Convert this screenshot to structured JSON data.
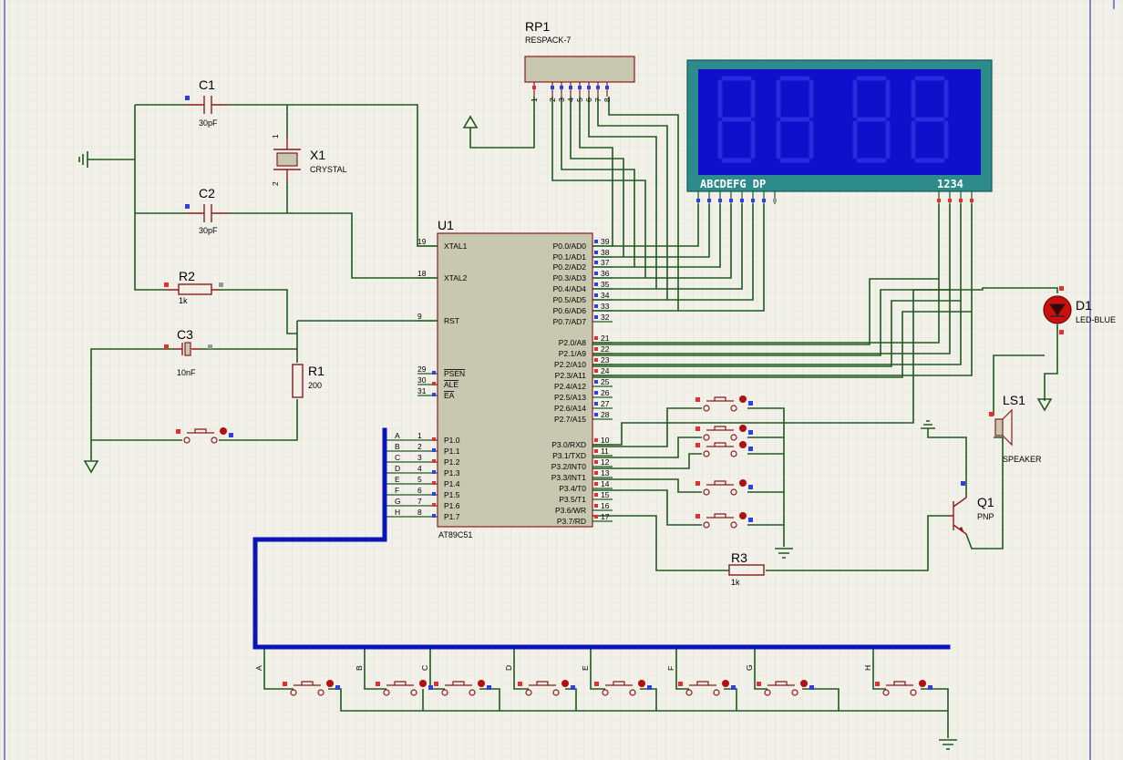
{
  "components": {
    "rp1": {
      "ref": "RP1",
      "value": "RESPACK-7",
      "pins": [
        "1",
        "2",
        "3",
        "4",
        "5",
        "6",
        "7",
        "8"
      ]
    },
    "c1": {
      "ref": "C1",
      "value": "30pF"
    },
    "c2": {
      "ref": "C2",
      "value": "30pF"
    },
    "x1": {
      "ref": "X1",
      "value": "CRYSTAL",
      "pin1": "1",
      "pin2": "2"
    },
    "r2": {
      "ref": "R2",
      "value": "1k"
    },
    "c3": {
      "ref": "C3",
      "value": "10nF"
    },
    "r1": {
      "ref": "R1",
      "value": "200"
    },
    "r3": {
      "ref": "R3",
      "value": "1k"
    },
    "u1": {
      "ref": "U1",
      "value": "AT89C51",
      "left_pins": [
        {
          "num": "19",
          "name": "XTAL1"
        },
        {
          "num": "18",
          "name": "XTAL2"
        },
        {
          "num": "9",
          "name": "RST"
        },
        {
          "num": "29",
          "name": "PSEN"
        },
        {
          "num": "30",
          "name": "ALE"
        },
        {
          "num": "31",
          "name": "EA"
        },
        {
          "num": "1",
          "name": "P1.0"
        },
        {
          "num": "2",
          "name": "P1.1"
        },
        {
          "num": "3",
          "name": "P1.2"
        },
        {
          "num": "4",
          "name": "P1.3"
        },
        {
          "num": "5",
          "name": "P1.4"
        },
        {
          "num": "6",
          "name": "P1.5"
        },
        {
          "num": "7",
          "name": "P1.6"
        },
        {
          "num": "8",
          "name": "P1.7"
        }
      ],
      "right_pins": [
        {
          "num": "39",
          "name": "P0.0/AD0"
        },
        {
          "num": "38",
          "name": "P0.1/AD1"
        },
        {
          "num": "37",
          "name": "P0.2/AD2"
        },
        {
          "num": "36",
          "name": "P0.3/AD3"
        },
        {
          "num": "35",
          "name": "P0.4/AD4"
        },
        {
          "num": "34",
          "name": "P0.5/AD5"
        },
        {
          "num": "33",
          "name": "P0.6/AD6"
        },
        {
          "num": "32",
          "name": "P0.7/AD7"
        },
        {
          "num": "21",
          "name": "P2.0/A8"
        },
        {
          "num": "22",
          "name": "P2.1/A9"
        },
        {
          "num": "23",
          "name": "P2.2/A10"
        },
        {
          "num": "24",
          "name": "P2.3/A11"
        },
        {
          "num": "25",
          "name": "P2.4/A12"
        },
        {
          "num": "26",
          "name": "P2.5/A13"
        },
        {
          "num": "27",
          "name": "P2.6/A14"
        },
        {
          "num": "28",
          "name": "P2.7/A15"
        },
        {
          "num": "10",
          "name": "P3.0/RXD"
        },
        {
          "num": "11",
          "name": "P3.1/TXD"
        },
        {
          "num": "12",
          "name": "P3.2/INT0"
        },
        {
          "num": "13",
          "name": "P3.3/INT1"
        },
        {
          "num": "14",
          "name": "P3.4/T0"
        },
        {
          "num": "15",
          "name": "P3.5/T1"
        },
        {
          "num": "16",
          "name": "P3.6/WR"
        },
        {
          "num": "17",
          "name": "P3.7/RD"
        }
      ]
    },
    "display": {
      "segments": "ABCDEFG  DP",
      "digits": "1234"
    },
    "d1": {
      "ref": "D1",
      "value": "LED-BLUE"
    },
    "ls1": {
      "ref": "LS1",
      "value": "SPEAKER"
    },
    "q1": {
      "ref": "Q1",
      "value": "PNP"
    }
  },
  "bus_labels": [
    "A",
    "B",
    "C",
    "D",
    "E",
    "F",
    "G",
    "H"
  ],
  "colors": {
    "wire": "#1f5a1f",
    "component": "#8b1a1a",
    "bus": "#0a14b8",
    "background": "#f2f1e9",
    "grid": "#d8d7cc",
    "display_frame": "#2e8b8b",
    "display_screen": "#1010cc",
    "chip_body": "#c8c8b0",
    "pin_red": "#e03030",
    "pin_blue": "#3040e0"
  }
}
